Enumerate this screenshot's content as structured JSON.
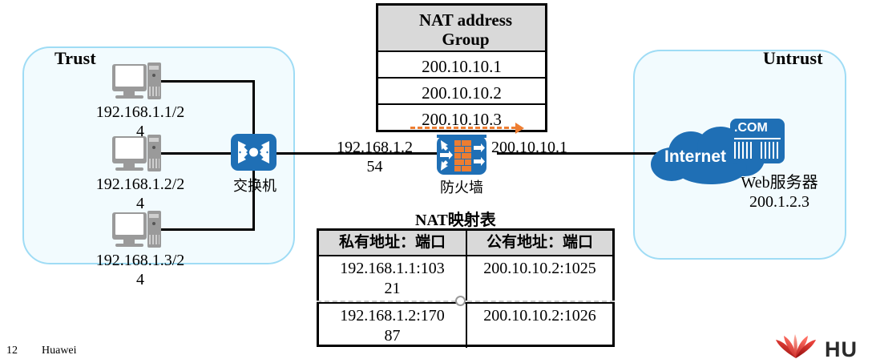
{
  "zones": {
    "trust": {
      "label": "Trust"
    },
    "untrust": {
      "label": "Untrust"
    }
  },
  "hosts": [
    {
      "name": "pc-1",
      "ip": "192.168.1.1/2",
      "ip_wrap": "4"
    },
    {
      "name": "pc-2",
      "ip": "192.168.1.2/2",
      "ip_wrap": "4"
    },
    {
      "name": "pc-3",
      "ip": "192.168.1.3/2",
      "ip_wrap": "4"
    }
  ],
  "devices": {
    "switch": {
      "label": "交换机",
      "icon": "switch-icon",
      "color": "#1f6fb5"
    },
    "firewall": {
      "label": "防火墙",
      "icon": "firewall-icon",
      "color": "#1f6fb5",
      "brick_color": "#ed7d31"
    },
    "internet": {
      "label": "Internet",
      "icon": "cloud-icon",
      "color": "#1f6fb5"
    },
    "web_server": {
      "badge": ".COM",
      "label": "Web服务器",
      "ip": "200.1.2.3",
      "icon": "server-icon"
    }
  },
  "interfaces": {
    "inside_ip": "192.168.1.2",
    "inside_ip_wrap": "54",
    "outside_ip": "200.10.10.1"
  },
  "nat_pool": {
    "title": "NAT address",
    "title_line2": "Group",
    "addresses": [
      "200.10.10.1",
      "200.10.10.2",
      "200.10.10.3"
    ]
  },
  "nat_table": {
    "title": "NAT映射表",
    "headers": [
      "私有地址：端口",
      "公有地址：端口"
    ],
    "rows": [
      {
        "private": "192.168.1.1:103",
        "private_wrap": "21",
        "public": "200.10.10.2:1025"
      },
      {
        "private": "192.168.1.2:170",
        "private_wrap": "87",
        "public": "200.10.10.2:1026"
      }
    ]
  },
  "footer": {
    "page_number": "12",
    "company": "Huawei",
    "brand": "HU"
  }
}
